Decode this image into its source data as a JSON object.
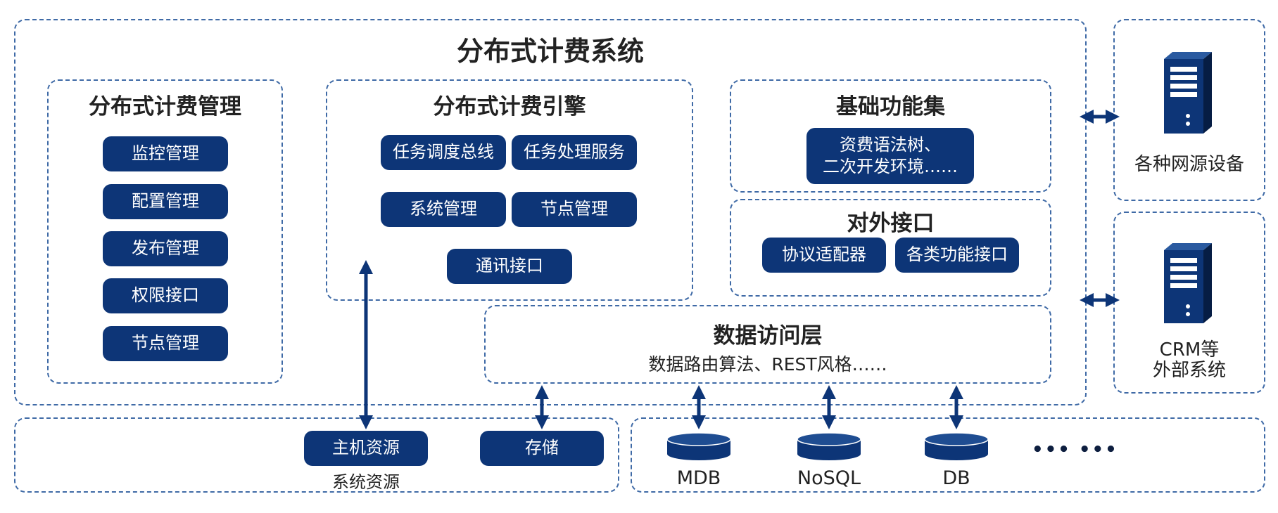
{
  "colors": {
    "accent": "#0d3577",
    "border": "#3f6aa6",
    "text": "#222222"
  },
  "system": {
    "title": "分布式计费系统",
    "management": {
      "title": "分布式计费管理",
      "items": [
        "监控管理",
        "配置管理",
        "发布管理",
        "权限接口",
        "节点管理"
      ]
    },
    "engine": {
      "title": "分布式计费引擎",
      "items": [
        "任务调度总线",
        "任务处理服务",
        "系统管理",
        "节点管理",
        "通讯接口"
      ]
    },
    "basic": {
      "title": "基础功能集",
      "item_line1": "资费语法树、",
      "item_line2": "二次开发环境……"
    },
    "external_if": {
      "title": "对外接口",
      "items": [
        "协议适配器",
        "各类功能接口"
      ]
    },
    "data_access": {
      "title": "数据访问层",
      "subtitle": "数据路由算法、REST风格……"
    }
  },
  "external_devices": [
    {
      "icon": "server-icon",
      "label_line1": "各种网源设备",
      "label_line2": ""
    },
    {
      "icon": "server-icon",
      "label_line1": "CRM等",
      "label_line2": "外部系统"
    }
  ],
  "system_resources": {
    "label": "系统资源",
    "items": [
      "主机资源",
      "存储"
    ]
  },
  "databases": {
    "items": [
      "MDB",
      "NoSQL",
      "DB"
    ],
    "more": "••• •••"
  }
}
